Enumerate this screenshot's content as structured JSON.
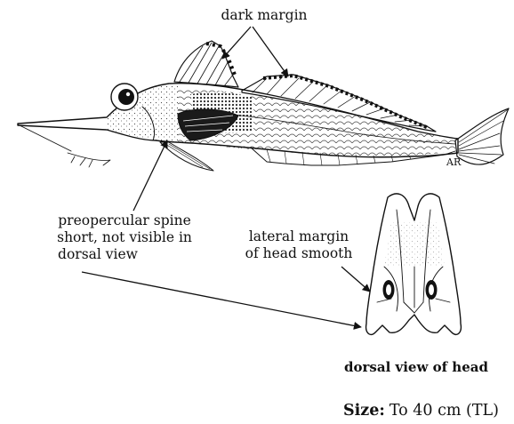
{
  "labels": {
    "dark_margin": "dark margin",
    "preopercular": [
      "preopercular spine",
      "short, not visible in",
      "dorsal view"
    ],
    "lateral_margin": [
      "lateral margin",
      "of head smooth"
    ],
    "dorsal_caption": "dorsal view of head",
    "size_label": "Size:",
    "size_value": "To 40 cm (TL)",
    "artist_mark": "AR"
  },
  "icons": [
    "fish-illustration",
    "dorsal-head-illustration",
    "arrow"
  ]
}
